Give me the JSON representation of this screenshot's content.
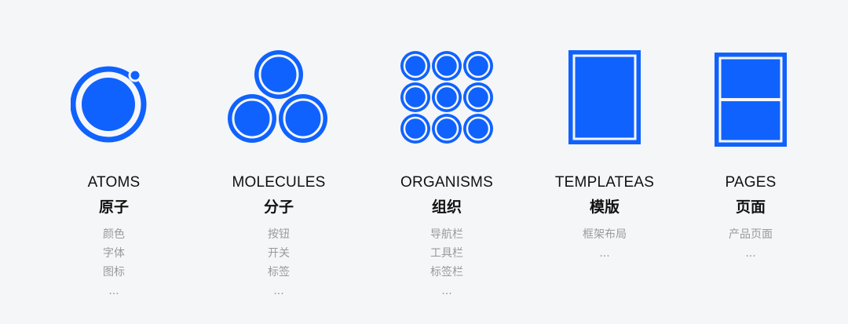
{
  "accent_color": "#0f62fe",
  "columns": [
    {
      "title": "ATOMS",
      "subtitle": "原子",
      "items": [
        "颜色",
        "字体",
        "图标",
        "..."
      ]
    },
    {
      "title": "MOLECULES",
      "subtitle": "分子",
      "items": [
        "按钮",
        "开关",
        "标签",
        "..."
      ]
    },
    {
      "title": "ORGANISMS",
      "subtitle": "组织",
      "items": [
        "导航栏",
        "工具栏",
        "标签栏",
        "..."
      ]
    },
    {
      "title": "TEMPLATEAS",
      "subtitle": "模版",
      "items": [
        "框架布局",
        "..."
      ]
    },
    {
      "title": "PAGES",
      "subtitle": "页面",
      "items": [
        "产品页面",
        "..."
      ]
    }
  ]
}
